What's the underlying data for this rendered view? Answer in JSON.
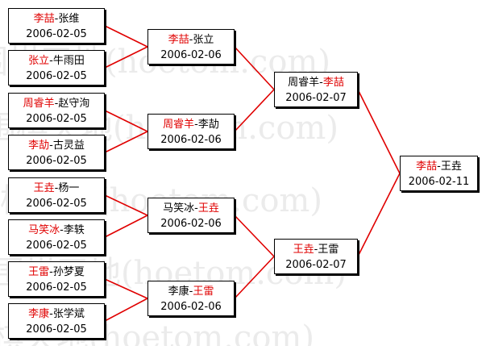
{
  "watermark": "围棋天地(hoetom.com)",
  "colors": {
    "accent": "#e00000",
    "line": "#e00000",
    "border": "#000000"
  },
  "rounds": [
    [
      {
        "parts": [
          {
            "text": "李喆",
            "hl": true
          },
          {
            "text": "-张维"
          }
        ],
        "date": "2006-02-05"
      },
      {
        "parts": [
          {
            "text": "张立",
            "hl": true
          },
          {
            "text": "-牛雨田"
          }
        ],
        "date": "2006-02-05"
      },
      {
        "parts": [
          {
            "text": "周睿羊",
            "hl": true
          },
          {
            "text": "-赵守洵"
          }
        ],
        "date": "2006-02-05"
      },
      {
        "parts": [
          {
            "text": "李劼",
            "hl": true
          },
          {
            "text": "-古灵益"
          }
        ],
        "date": "2006-02-05"
      },
      {
        "parts": [
          {
            "text": "王垚",
            "hl": true
          },
          {
            "text": "-杨一"
          }
        ],
        "date": "2006-02-05"
      },
      {
        "parts": [
          {
            "text": "马笑冰",
            "hl": true
          },
          {
            "text": "-李轶"
          }
        ],
        "date": "2006-02-05"
      },
      {
        "parts": [
          {
            "text": "王雷",
            "hl": true
          },
          {
            "text": "-孙梦夏"
          }
        ],
        "date": "2006-02-05"
      },
      {
        "parts": [
          {
            "text": "李康",
            "hl": true
          },
          {
            "text": "-张学斌"
          }
        ],
        "date": "2006-02-05"
      }
    ],
    [
      {
        "parts": [
          {
            "text": "李喆",
            "hl": true
          },
          {
            "text": "-张立"
          }
        ],
        "date": "2006-02-06"
      },
      {
        "parts": [
          {
            "text": "周睿羊",
            "hl": true
          },
          {
            "text": "-李劼"
          }
        ],
        "date": "2006-02-06"
      },
      {
        "parts": [
          {
            "text": "马笑冰-"
          },
          {
            "text": "王垚",
            "hl": true
          }
        ],
        "date": "2006-02-06"
      },
      {
        "parts": [
          {
            "text": "李康-"
          },
          {
            "text": "王雷",
            "hl": true
          }
        ],
        "date": "2006-02-06"
      }
    ],
    [
      {
        "parts": [
          {
            "text": "周睿羊-"
          },
          {
            "text": "李喆",
            "hl": true
          }
        ],
        "date": "2006-02-07"
      },
      {
        "parts": [
          {
            "text": "王垚",
            "hl": true
          },
          {
            "text": "-王雷"
          }
        ],
        "date": "2006-02-07"
      }
    ],
    [
      {
        "parts": [
          {
            "text": "李喆",
            "hl": true
          },
          {
            "text": "-王垚"
          }
        ],
        "date": "2006-02-11"
      }
    ]
  ]
}
